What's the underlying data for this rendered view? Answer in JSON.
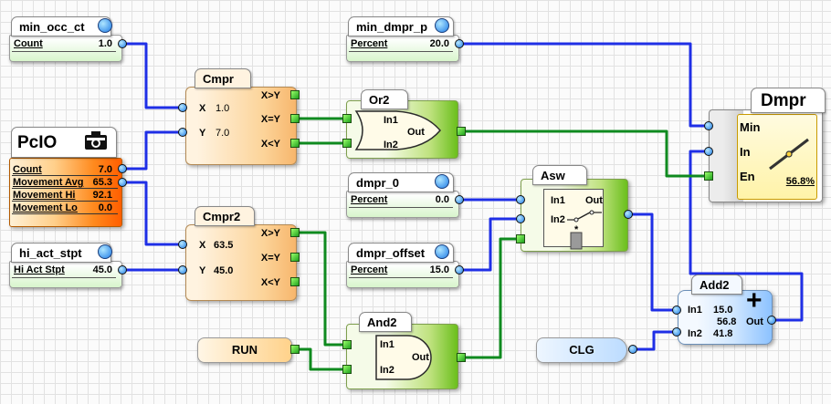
{
  "blocks": {
    "min_occ_ct": {
      "title": "min_occ_ct",
      "label": "Count",
      "value": "1.0"
    },
    "min_dmpr_p": {
      "title": "min_dmpr_p",
      "label": "Percent",
      "value": "20.0"
    },
    "pcio": {
      "title": "PcIO",
      "rows": [
        {
          "label": "Count",
          "value": "7.0"
        },
        {
          "label": "Movement Avg",
          "value": "65.3"
        },
        {
          "label": "Movement Hi",
          "value": "92.1"
        },
        {
          "label": "Movement Lo",
          "value": "0.0"
        }
      ]
    },
    "hi_act_stpt": {
      "title": "hi_act_stpt",
      "label": "Hi Act Stpt",
      "value": "45.0"
    },
    "cmpr": {
      "title": "Cmpr",
      "x_label": "X",
      "x_value": "1.0",
      "y_label": "Y",
      "y_value": "7.0",
      "out_gt": "X>Y",
      "out_eq": "X=Y",
      "out_lt": "X<Y"
    },
    "cmpr2": {
      "title": "Cmpr2",
      "x_label": "X",
      "x_value": "63.5",
      "y_label": "Y",
      "y_value": "45.0",
      "out_gt": "X>Y",
      "out_eq": "X=Y",
      "out_lt": "X<Y"
    },
    "or2": {
      "title": "Or2",
      "in1": "In1",
      "in2": "In2",
      "out": "Out"
    },
    "and2": {
      "title": "And2",
      "in1": "In1",
      "in2": "In2",
      "out": "Out"
    },
    "dmpr_0": {
      "title": "dmpr_0",
      "label": "Percent",
      "value": "0.0"
    },
    "dmpr_offset": {
      "title": "dmpr_offset",
      "label": "Percent",
      "value": "15.0"
    },
    "asw": {
      "title": "Asw",
      "in1": "In1",
      "in2": "In2",
      "out": "Out",
      "star": "*"
    },
    "dmpr": {
      "title": "Dmpr",
      "min": "Min",
      "in": "In",
      "en": "En",
      "value": "56.8%"
    },
    "add2": {
      "title": "Add2",
      "in1": "In1",
      "in1_value": "15.0",
      "sum": "56.8",
      "in2": "In2",
      "in2_value": "41.8",
      "out": "Out",
      "symbol": "+"
    },
    "run": {
      "label": "RUN"
    },
    "clg": {
      "label": "CLG"
    }
  },
  "colors": {
    "wire_blue": "#1f2fe6",
    "wire_green": "#0f8a1f",
    "accent_orange": "#ff7a10",
    "accent_green": "#6bbf1c"
  },
  "icons": {
    "pcio": "camera-icon",
    "port_out": "blue-dot-icon",
    "dmpr_symbol": "damper-icon"
  }
}
